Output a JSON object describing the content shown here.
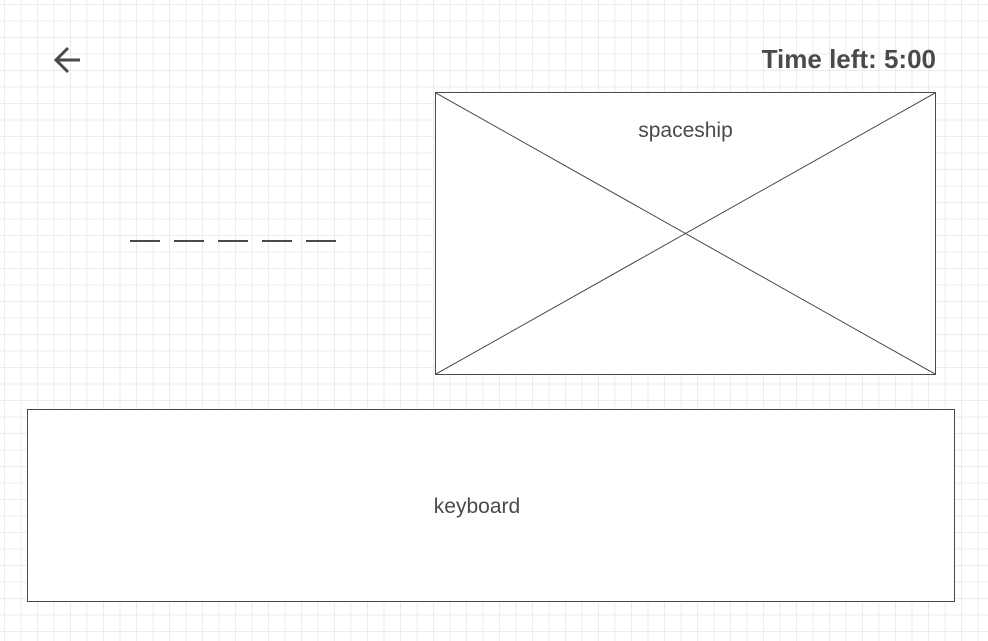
{
  "header": {
    "back_icon": "arrow-left-icon",
    "timer_text": "Time left: 5:00"
  },
  "word": {
    "blank_count": 5
  },
  "spaceship": {
    "label": "spaceship"
  },
  "keyboard": {
    "label": "keyboard"
  },
  "colors": {
    "stroke": "#4a4a4a",
    "grid": "#ececec",
    "background": "#ffffff"
  }
}
